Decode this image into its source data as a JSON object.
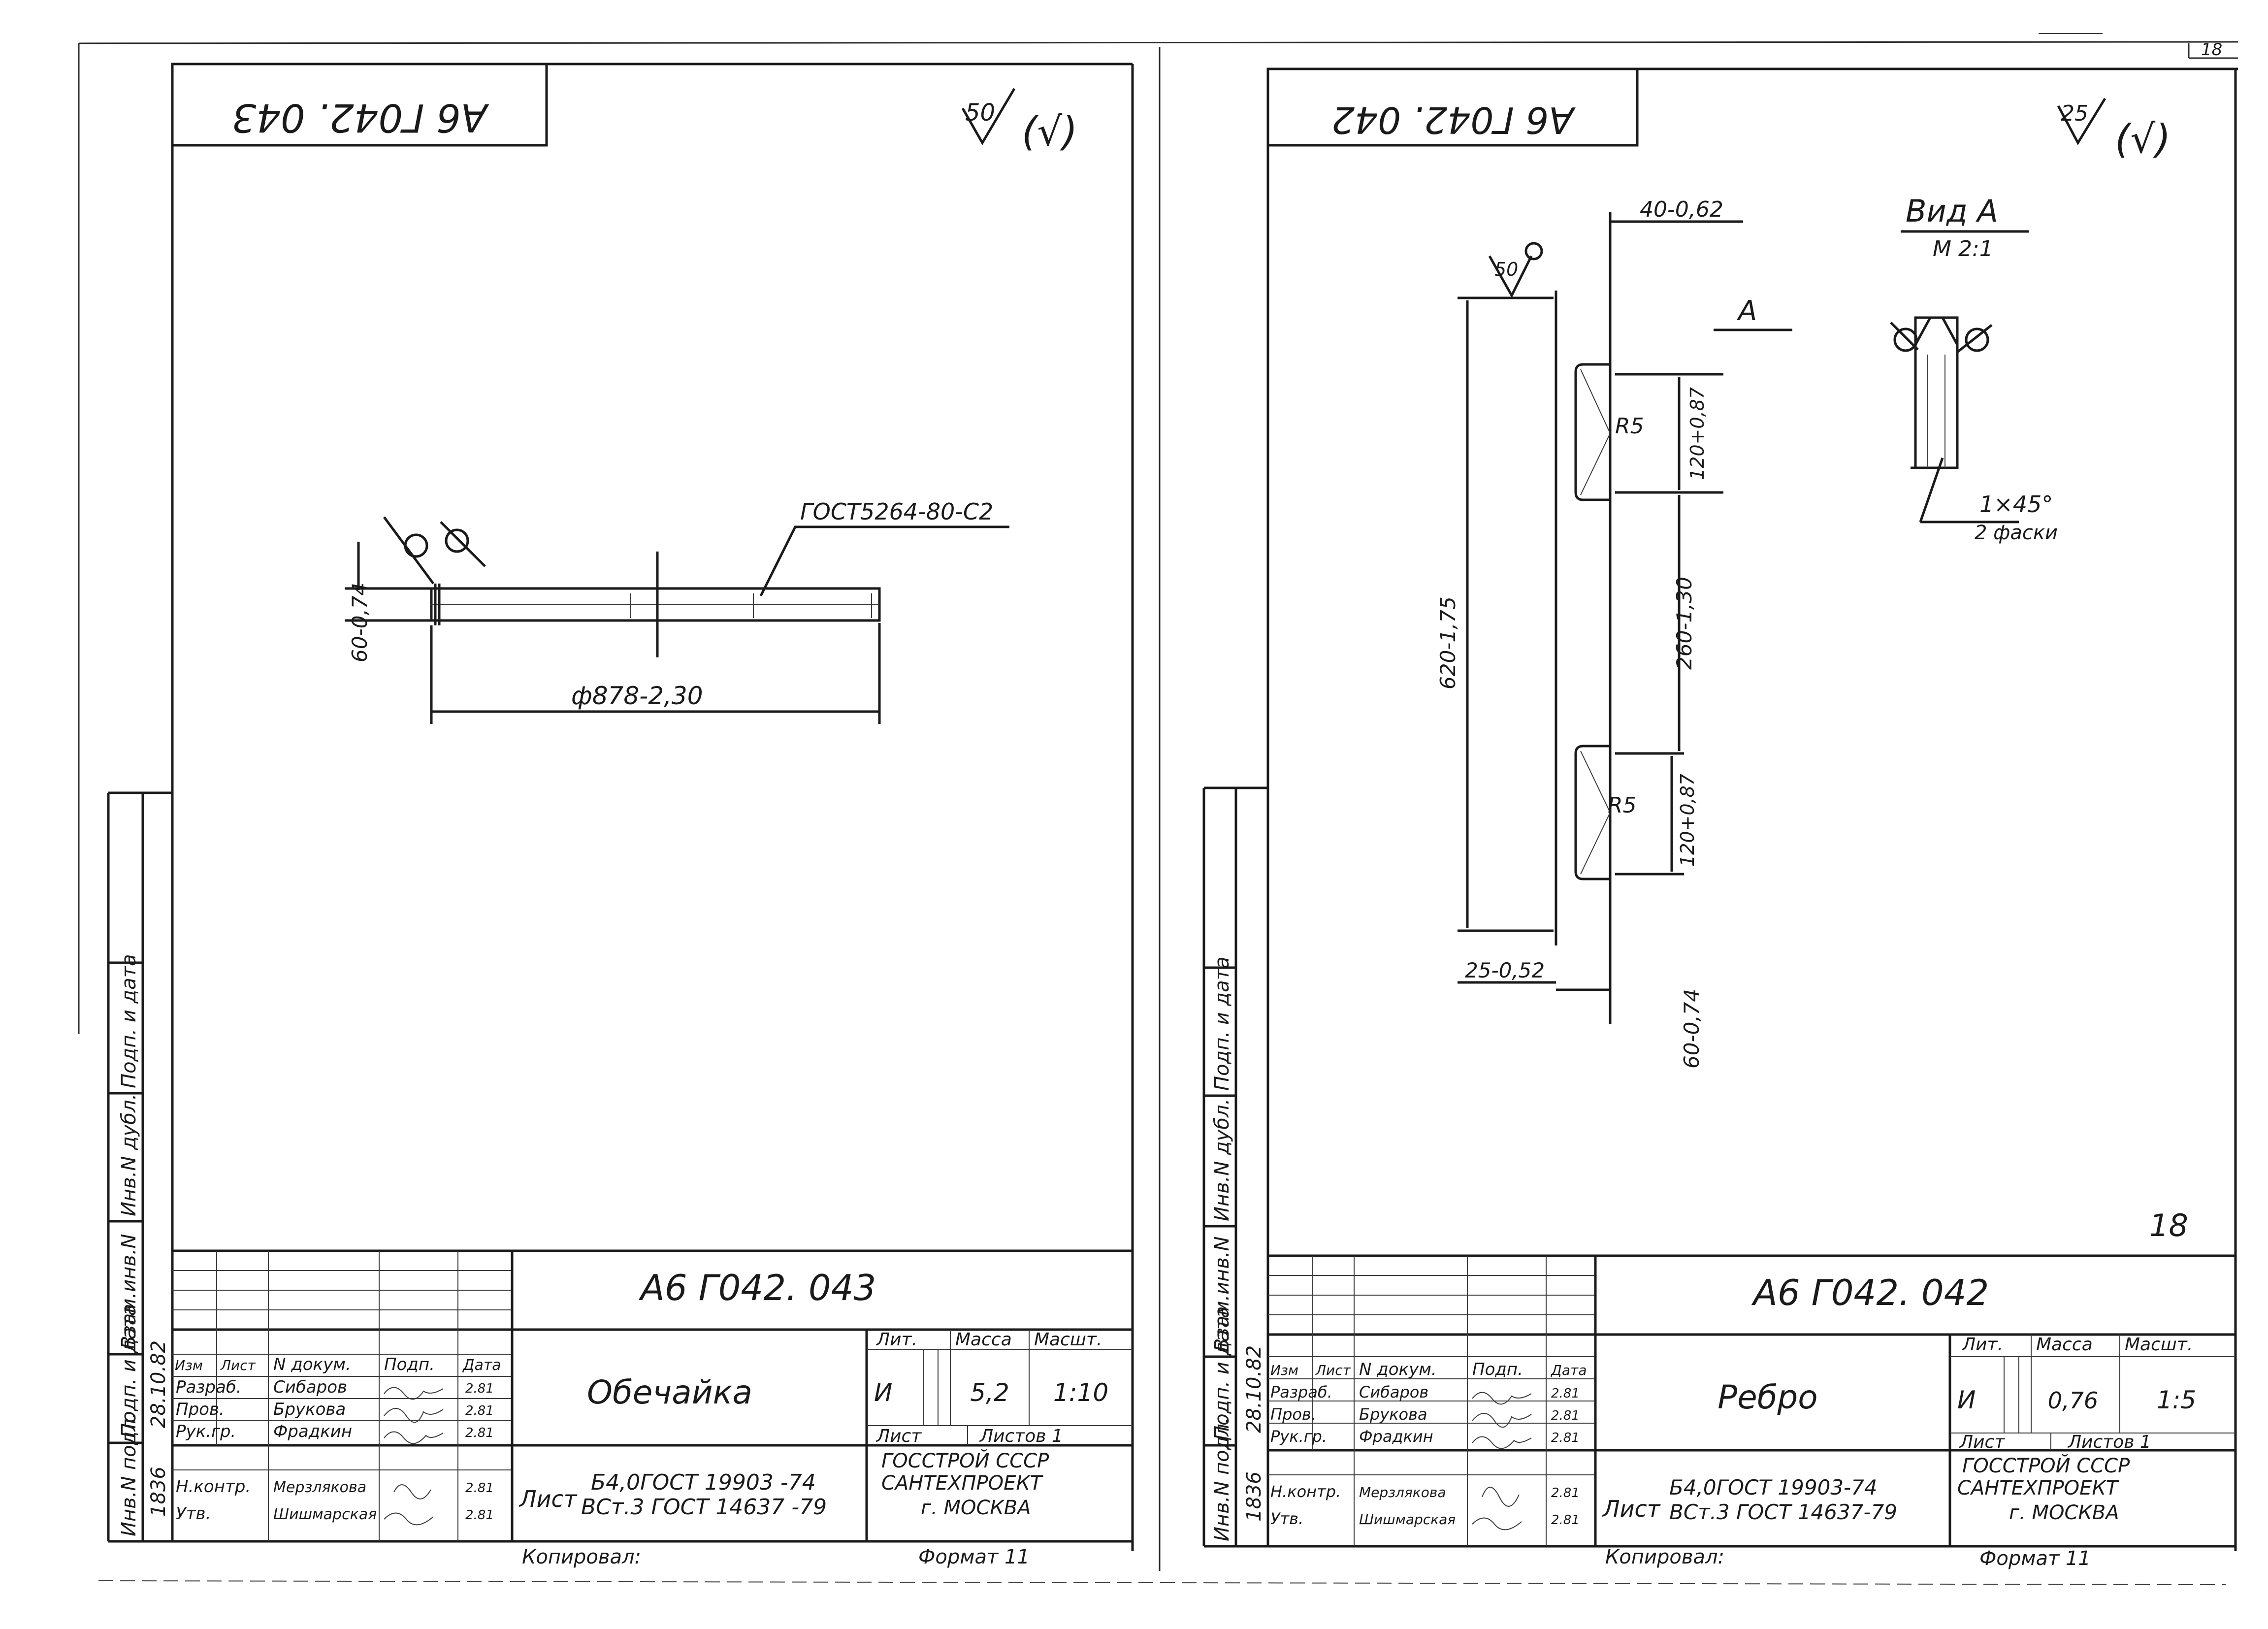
{
  "page_number": "18",
  "sheet_mark": "18",
  "left": {
    "code_rotated": "А6 Г042. 043",
    "roughness": "50",
    "roughness_paren": "(√)",
    "weld_note": "ГОСТ5264-80-С2",
    "dim_thickness": "60-0,74",
    "dim_diameter": "ф878-2,30",
    "title_code": "А6 Г042. 043",
    "part_name": "Обечайка",
    "lit_label": "Лит.",
    "mass_label": "Масса",
    "scale_label": "Масшт.",
    "lit_value": "И",
    "mass_value": "5,2",
    "scale_value": "1:10",
    "sheet_label": "Лист",
    "sheets_label": "Листов 1",
    "list_label": "Лист",
    "material_line1": "Б4,0ГОСТ 19903 -74",
    "material_line2": "ВСт.3 ГОСТ 14637 -79",
    "org_line1": "ГОССТРОЙ СССР",
    "org_line2": "САНТЕХПРОЕКТ",
    "org_line3": "г. МОСКВА",
    "copied": "Копировал:",
    "format": "Формат 11",
    "hdr": [
      "Изм",
      "Лист",
      "N докум.",
      "Подп.",
      "Дата"
    ],
    "rows": [
      [
        "Разраб.",
        "Сибаров",
        "",
        "2.81"
      ],
      [
        "Пров.",
        "Брукова",
        "",
        "2.81"
      ],
      [
        "Рук.гр.",
        "Фрадкин",
        "",
        "2.81"
      ],
      [
        "",
        "",
        "",
        ""
      ],
      [
        "Н.контр.",
        "Мерзлякова",
        "",
        "2.81"
      ],
      [
        "Утв.",
        "Шишмарская",
        "",
        "2.81"
      ]
    ],
    "side_labels": [
      "Инв.N подл.",
      "Подп. и дата",
      "Взам.инв.N",
      "Инв.N дубл.",
      "Подп. и дата"
    ],
    "side_values": [
      "1836",
      "28.10.82"
    ]
  },
  "right": {
    "code_rotated": "А6 Г042. 042",
    "roughness": "25",
    "roughness_paren": "(√)",
    "dim_top": "40-0,62",
    "weld_50": "50",
    "view_letter": "А",
    "view_title": "Вид А",
    "view_scale": "М 2:1",
    "chamfer": "1×45°",
    "chamfer_note": "2 фаски",
    "dim_total": "620-1,75",
    "dim_r5_1": "R5",
    "dim_r5_2": "R5",
    "dim_120_1": "120+0,87",
    "dim_260": "260-1,30",
    "dim_120_2": "120+0,87",
    "dim_25": "25-0,52",
    "dim_60": "60-0,74",
    "title_code": "А6 Г042. 042",
    "part_name": "Ребро",
    "lit_label": "Лит.",
    "mass_label": "Масса",
    "scale_label": "Масшт.",
    "lit_value": "И",
    "mass_value": "0,76",
    "scale_value": "1:5",
    "sheet_label": "Лист",
    "sheets_label": "Листов 1",
    "list_label": "Лист",
    "material_line1": "Б4,0ГОСТ 19903-74",
    "material_line2": "ВСт.3 ГОСТ 14637-79",
    "org_line1": "ГОССТРОЙ СССР",
    "org_line2": "САНТЕХПРОЕКТ",
    "org_line3": "г. МОСКВА",
    "copied": "Копировал:",
    "format": "Формат 11",
    "hdr": [
      "Изм",
      "Лист",
      "N докум.",
      "Подп.",
      "Дата"
    ],
    "rows": [
      [
        "Разраб.",
        "Сибаров",
        "",
        "2.81"
      ],
      [
        "Пров.",
        "Брукова",
        "",
        "2.81"
      ],
      [
        "Рук.гр.",
        "Фрадкин",
        "",
        "2.81"
      ],
      [
        "",
        "",
        "",
        ""
      ],
      [
        "Н.контр.",
        "Мерзлякова",
        "",
        "2.81"
      ],
      [
        "Утв.",
        "Шишмарская",
        "",
        "2.81"
      ]
    ],
    "side_labels": [
      "Инв.N подл.",
      "Подп. и дата",
      "Взам.инв.N",
      "Инв.N дубл.",
      "Подп. и дата"
    ],
    "side_values": [
      "1836",
      "28.10.82"
    ]
  }
}
